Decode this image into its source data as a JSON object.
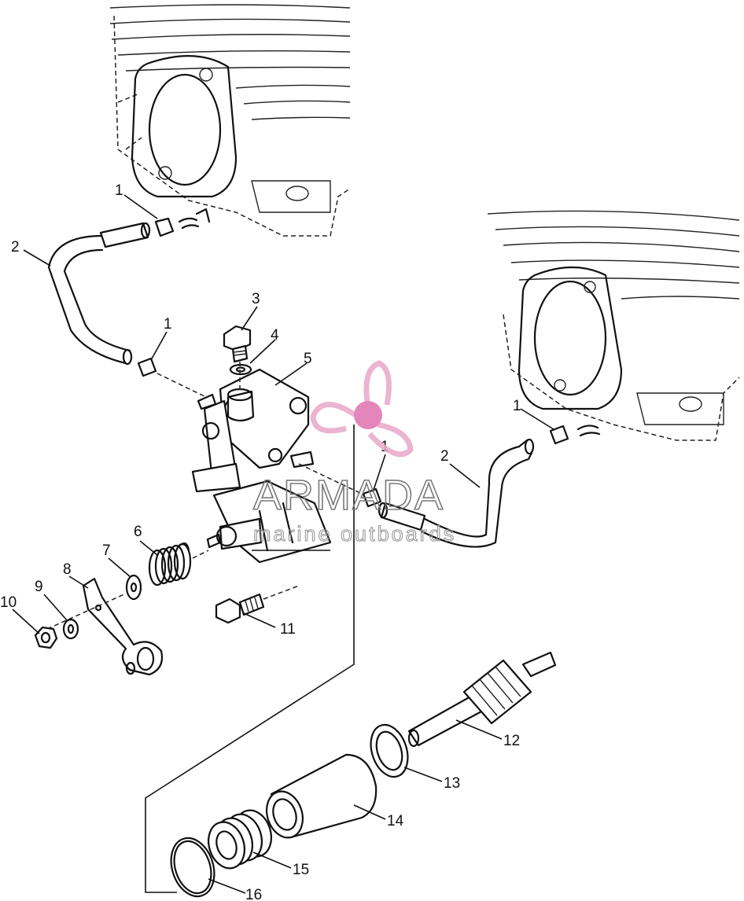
{
  "callouts": [
    {
      "id": "c1a",
      "label": "1"
    },
    {
      "id": "c2a",
      "label": "2"
    },
    {
      "id": "c1b",
      "label": "1"
    },
    {
      "id": "c3",
      "label": "3"
    },
    {
      "id": "c4",
      "label": "4"
    },
    {
      "id": "c5",
      "label": "5"
    },
    {
      "id": "c1c",
      "label": "1"
    },
    {
      "id": "c1d",
      "label": "1"
    },
    {
      "id": "c2b",
      "label": "2"
    },
    {
      "id": "c6",
      "label": "6"
    },
    {
      "id": "c7",
      "label": "7"
    },
    {
      "id": "c8",
      "label": "8"
    },
    {
      "id": "c9",
      "label": "9"
    },
    {
      "id": "c10",
      "label": "10"
    },
    {
      "id": "c11",
      "label": "11"
    },
    {
      "id": "c12",
      "label": "12"
    },
    {
      "id": "c13",
      "label": "13"
    },
    {
      "id": "c14",
      "label": "14"
    },
    {
      "id": "c15",
      "label": "15"
    },
    {
      "id": "c16",
      "label": "16"
    }
  ],
  "watermark": {
    "title": "ARMADA",
    "subtitle": "marine outboards",
    "logo_icon": "propeller-icon",
    "logo_color": "#e8a8c8",
    "logo_hub_color": "#e070b0"
  }
}
